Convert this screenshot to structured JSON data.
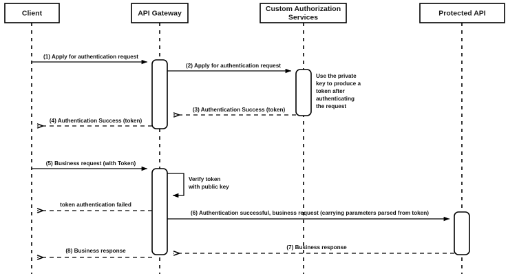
{
  "diagram": {
    "title": "API Gateway token authentication sequence",
    "type": "sequence-diagram",
    "colors": {
      "stroke": "#000000",
      "background": "#ffffff",
      "text": "#111111"
    },
    "participants": [
      {
        "id": "client",
        "label": "Client"
      },
      {
        "id": "api-gateway",
        "label": "API Gateway"
      },
      {
        "id": "custom-auth",
        "label": "Custom Authorization Services",
        "line1": "Custom Authorization",
        "line2": "Services"
      },
      {
        "id": "protected-api",
        "label": "Protected API"
      }
    ],
    "messages": [
      {
        "num": "1",
        "label": "(1) Apply for authentication request",
        "from": "client",
        "to": "api-gateway",
        "style": "solid"
      },
      {
        "num": "2",
        "label": "(2) Apply for authentication request",
        "from": "api-gateway",
        "to": "custom-auth",
        "style": "solid"
      },
      {
        "num": "3",
        "label": "(3) Authentication Success (token)",
        "from": "custom-auth",
        "to": "api-gateway",
        "style": "dashed"
      },
      {
        "num": "4",
        "label": "(4) Authentication Success (token)",
        "from": "api-gateway",
        "to": "client",
        "style": "dashed"
      },
      {
        "num": "5",
        "label": "(5) Business request (with Token)",
        "from": "client",
        "to": "api-gateway",
        "style": "solid"
      },
      {
        "num": "",
        "label": "token authentication failed",
        "from": "api-gateway",
        "to": "client",
        "style": "dashed"
      },
      {
        "num": "6",
        "label": "(6) Authentication successful, business request (carrying parameters parsed from token)",
        "from": "api-gateway",
        "to": "protected-api",
        "style": "solid"
      },
      {
        "num": "7",
        "label": "(7) Business response",
        "from": "protected-api",
        "to": "api-gateway",
        "style": "dashed"
      },
      {
        "num": "8",
        "label": "(8) Business response",
        "from": "api-gateway",
        "to": "client",
        "style": "dashed"
      }
    ],
    "notes": [
      {
        "id": "private-key-note",
        "on": "custom-auth",
        "text": "Use the private key to produce a token after authenticating the request",
        "lines": [
          "Use the private",
          "key to produce a",
          "token after",
          "authenticating",
          "the request"
        ]
      }
    ],
    "self_messages": [
      {
        "id": "verify-token",
        "on": "api-gateway",
        "text": "Verify token with public key",
        "lines": [
          "Verify token",
          "with public key"
        ]
      }
    ]
  }
}
